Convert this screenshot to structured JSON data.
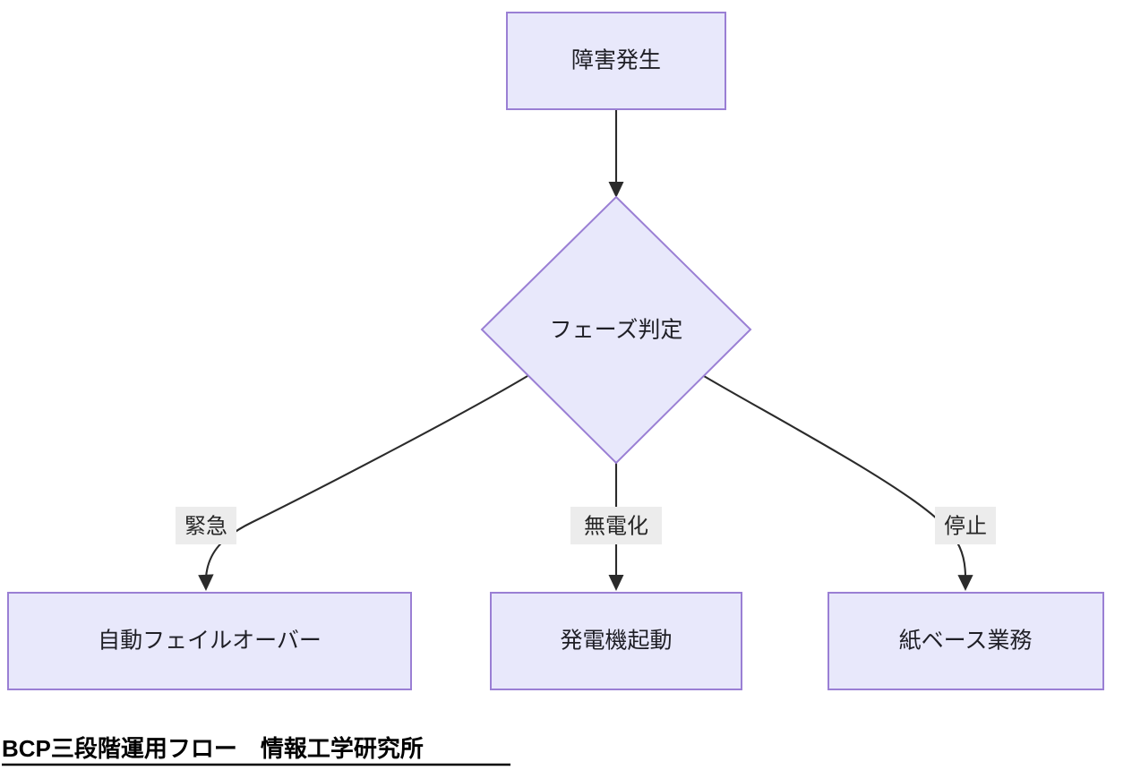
{
  "diagram": {
    "type": "flowchart",
    "direction": "top-down",
    "caption": "BCP三段階運用フロー　情報工学研究所",
    "colors": {
      "node_fill": "#e8e8fb",
      "node_stroke": "#9a7fd4",
      "edge_stroke": "#2b2b2b",
      "edge_label_bg": "#ececec",
      "text": "#1f1f26",
      "background": "#ffffff"
    },
    "nodes": [
      {
        "id": "start",
        "label": "障害発生",
        "shape": "rectangle"
      },
      {
        "id": "decision",
        "label": "フェーズ判定",
        "shape": "diamond"
      },
      {
        "id": "failover",
        "label": "自動フェイルオーバー",
        "shape": "rectangle"
      },
      {
        "id": "generator",
        "label": "発電機起動",
        "shape": "rectangle"
      },
      {
        "id": "paper",
        "label": "紙ベース業務",
        "shape": "rectangle"
      }
    ],
    "edges": [
      {
        "from": "start",
        "to": "decision",
        "label": ""
      },
      {
        "from": "decision",
        "to": "failover",
        "label": "緊急"
      },
      {
        "from": "decision",
        "to": "generator",
        "label": "無電化"
      },
      {
        "from": "decision",
        "to": "paper",
        "label": "停止"
      }
    ]
  }
}
